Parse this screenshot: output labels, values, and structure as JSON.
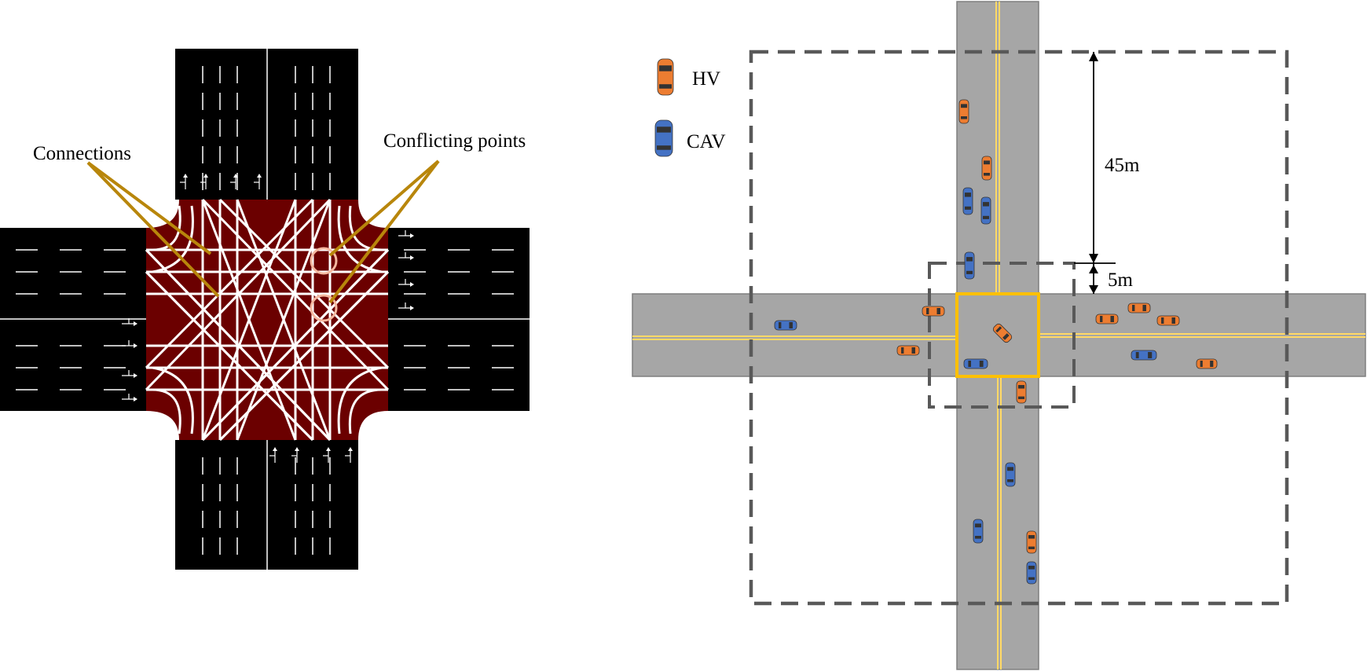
{
  "left_panel": {
    "callouts": {
      "connections": "Connections",
      "conflicting_points": "Conflicting points"
    }
  },
  "right_panel": {
    "legend": [
      {
        "key": "hv",
        "label": "HV",
        "color": "#ED7D31"
      },
      {
        "key": "cav",
        "label": "CAV",
        "color": "#4472C4"
      }
    ],
    "dimensions": {
      "outer": "45m",
      "inner": "5m"
    }
  },
  "colors": {
    "road_left": "#000000",
    "junction": "#6B0000",
    "road_right": "#A6A6A6",
    "centerline": "#FFD966",
    "zone_box": "#595959",
    "leader": "#B8860B",
    "conflict_circle": "#F4B8A0",
    "intersection_box": "#FFC000"
  }
}
